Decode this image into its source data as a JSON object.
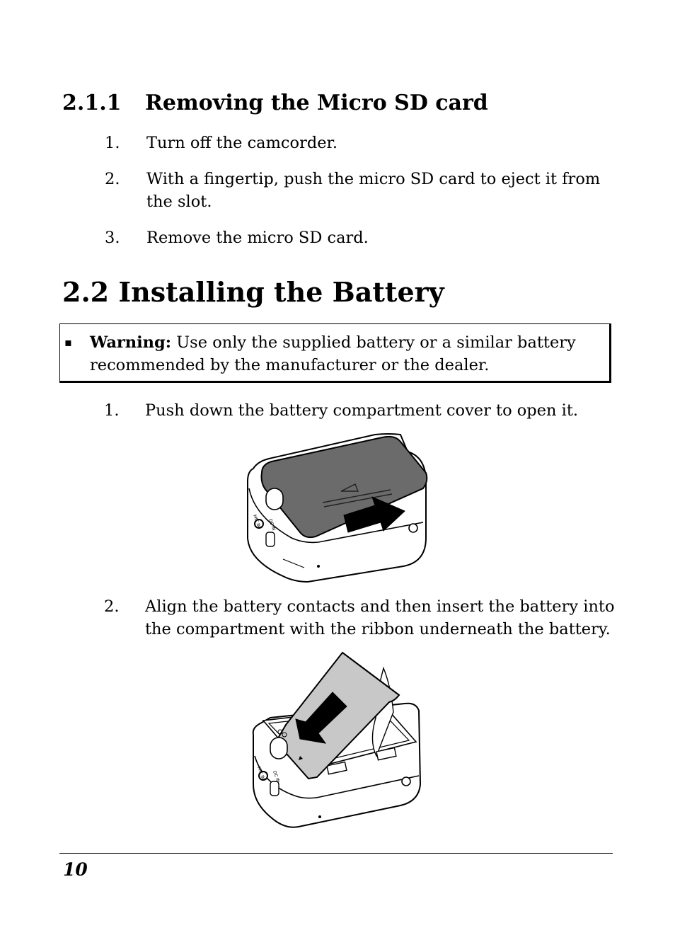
{
  "section_211": {
    "number": "2.1.1",
    "title": "Removing the Micro SD card",
    "steps": [
      {
        "num": "1.",
        "text": "Turn off the camcorder."
      },
      {
        "num": "2.",
        "line1": "With a fingertip, push the micro SD card to eject it from",
        "line2": "the slot."
      },
      {
        "num": "3.",
        "text": "Remove the micro SD card."
      }
    ]
  },
  "section_22": {
    "title": "2.2 Installing the Battery",
    "warning": {
      "bullet": "▪",
      "label": "Warning:",
      "line1": " Use only the supplied battery or a similar battery",
      "line2": "recommended by the manufacturer or the dealer."
    },
    "steps": [
      {
        "num": "1.",
        "text": "Push down the battery compartment cover to open it."
      },
      {
        "num": "2.",
        "line1": "Align the battery contacts and then insert the battery into",
        "line2": "the compartment with the ribbon underneath the battery."
      }
    ]
  },
  "illustrations": {
    "port_label": "MIC IN",
    "port_label_2": "DC IN"
  },
  "footer": {
    "page_number": "10"
  }
}
